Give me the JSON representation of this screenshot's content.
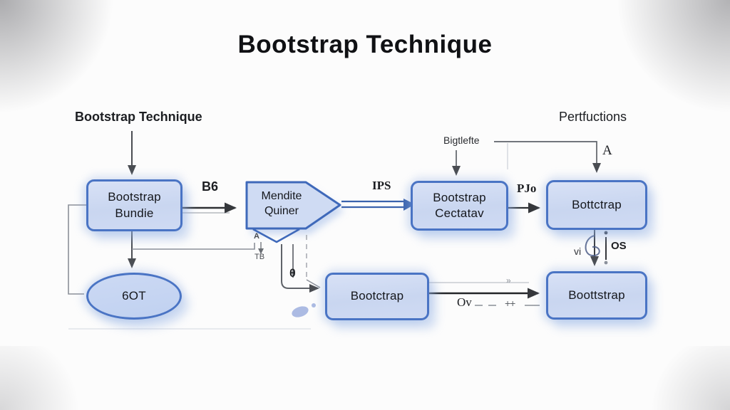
{
  "title": "Bootstrap Technique",
  "annotations": {
    "top_left": "Bootstrap Technique",
    "top_right": "Pertfuctions",
    "signal": "Bigtlefte",
    "a": "A",
    "b6": "B6",
    "ips": "IPS",
    "pjo": "PJo",
    "vi": "vi",
    "os": "OS",
    "ov": "Ov",
    "plusplus": "++",
    "chevron": "»",
    "theta": "θ",
    "tb": "TB",
    "tiny_a": "A"
  },
  "nodes": {
    "bundle": {
      "line1": "Bootstrap",
      "line2": "Bundie"
    },
    "quiner": {
      "line1": "Mendite",
      "line2": "Quiner"
    },
    "cectatav": {
      "line1": "Bootstrap",
      "line2": "Cectatav"
    },
    "bottctrap": {
      "label": "Bottctrap"
    },
    "bootctrap": {
      "label": "Bootctrap"
    },
    "boottstrap": {
      "label": "Boottstrap"
    },
    "got": {
      "label": "6OT"
    }
  },
  "colors": {
    "node_fill": "#ccd9f2",
    "node_border": "#4a74c4",
    "arrow_dark": "#333333",
    "arrow_gray": "#6b7078",
    "arrow_blue": "#3a62ad",
    "background": "#fcfcfc"
  }
}
